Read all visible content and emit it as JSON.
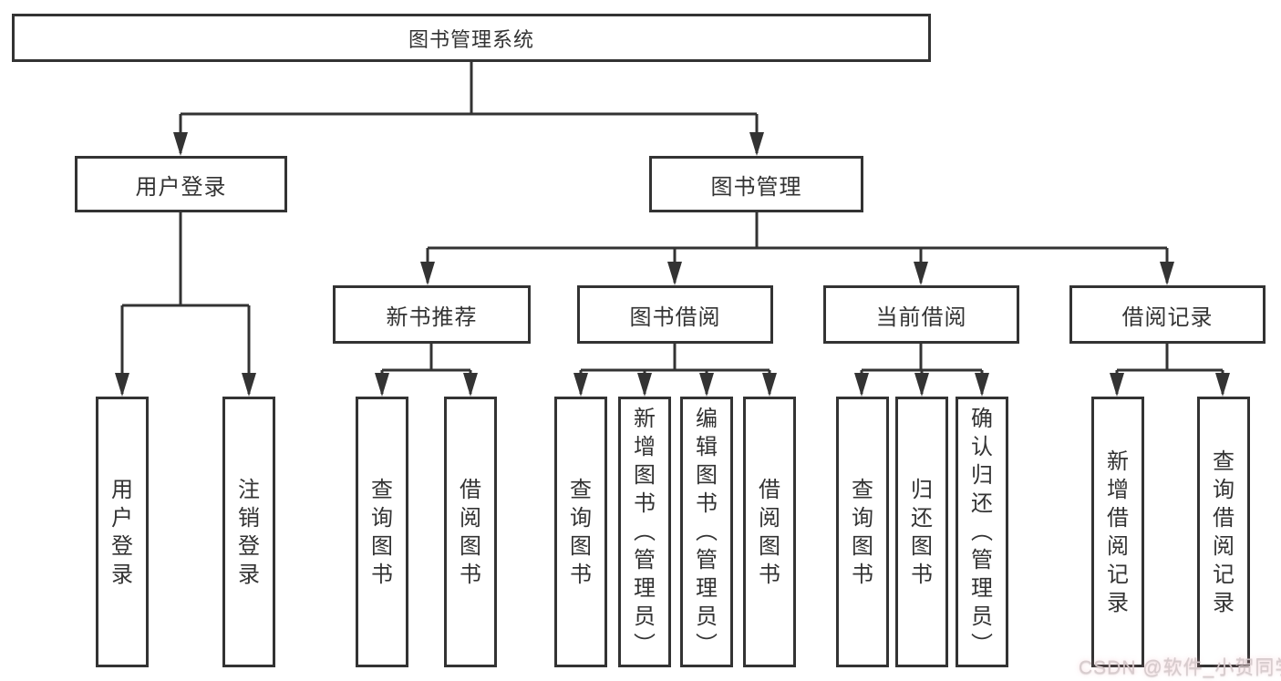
{
  "tree": {
    "label": "图书管理系统",
    "children": [
      {
        "label": "用户登录",
        "children": [
          {
            "label": "用户登录"
          },
          {
            "label": "注销登录"
          }
        ]
      },
      {
        "label": "图书管理",
        "children": [
          {
            "label": "新书推荐",
            "children": [
              {
                "label": "查询图书"
              },
              {
                "label": "借阅图书"
              }
            ]
          },
          {
            "label": "图书借阅",
            "children": [
              {
                "label": "查询图书"
              },
              {
                "label": "新增图书（管理员）"
              },
              {
                "label": "编辑图书（管理员）"
              },
              {
                "label": "借阅图书"
              }
            ]
          },
          {
            "label": "当前借阅",
            "children": [
              {
                "label": "查询图书"
              },
              {
                "label": "归还图书"
              },
              {
                "label": "确认归还（管理员）"
              }
            ]
          },
          {
            "label": "借阅记录",
            "children": [
              {
                "label": "新增借阅记录"
              },
              {
                "label": "查询借阅记录"
              }
            ]
          }
        ]
      }
    ]
  },
  "watermark": {
    "text": "CSDN @软件_小贺同学"
  },
  "colors": {
    "line": "#333333",
    "box_border": "#333333",
    "text": "#333333",
    "background": "#ffffff"
  }
}
